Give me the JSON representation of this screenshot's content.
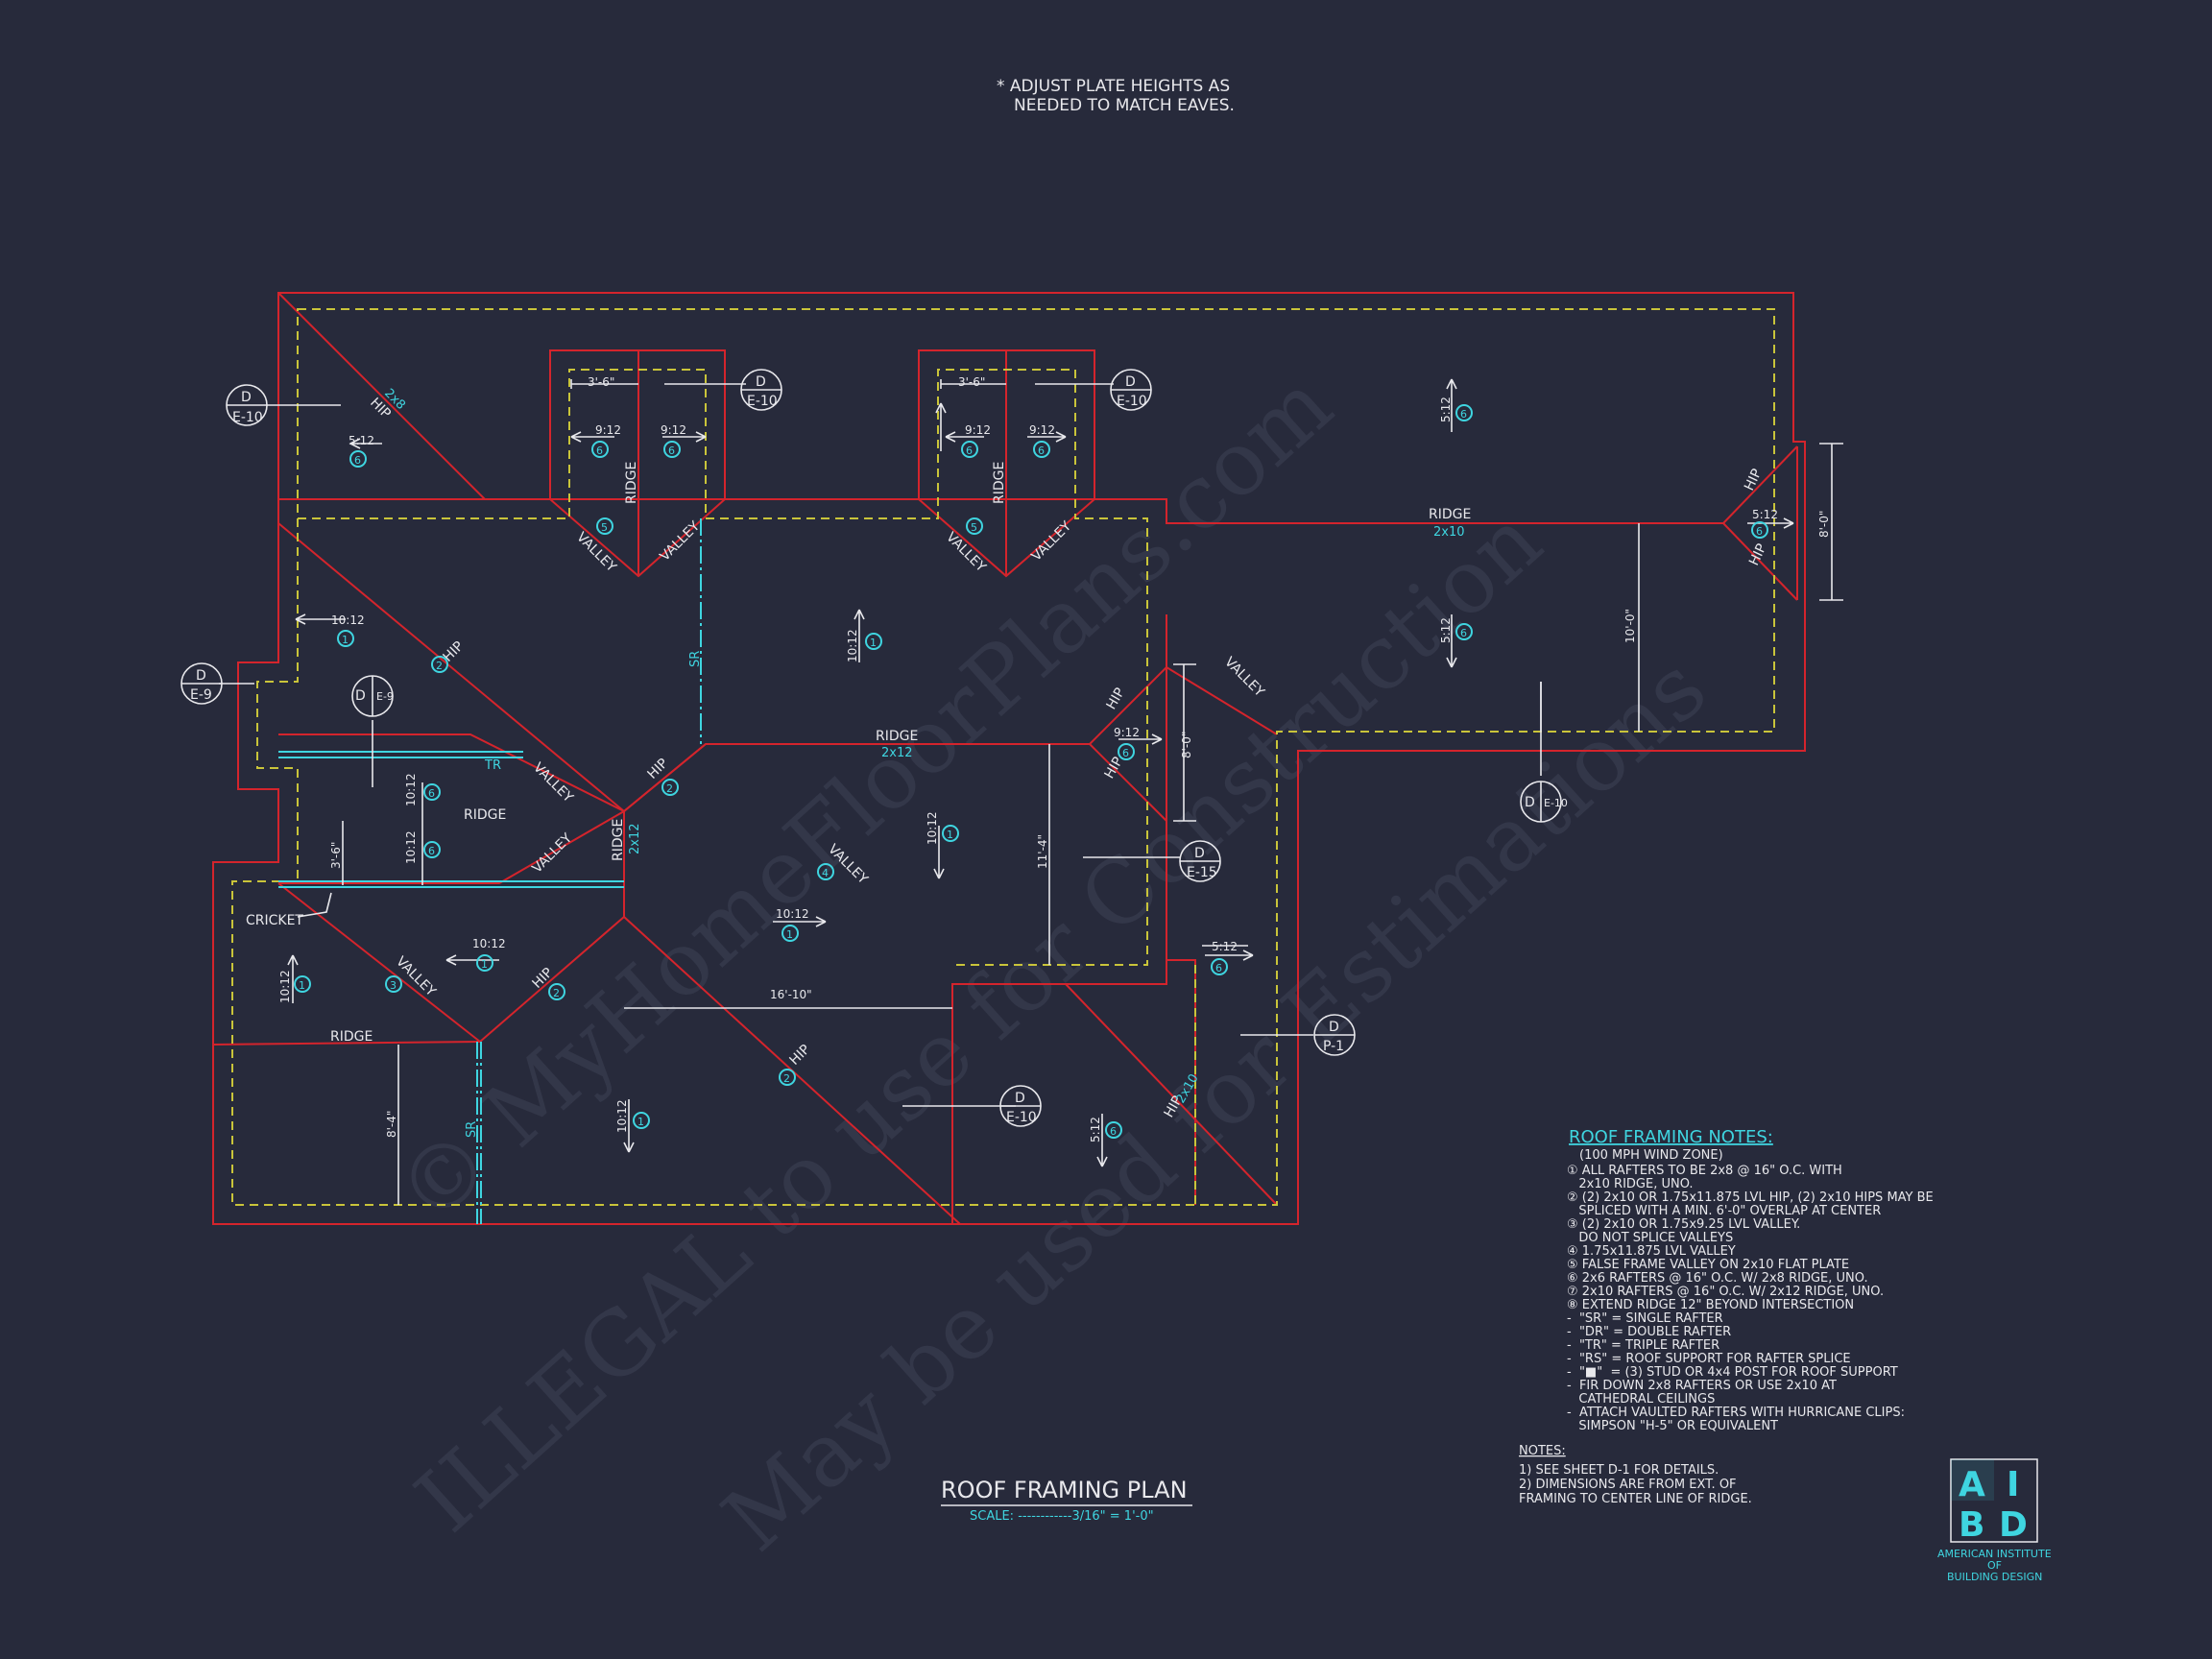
{
  "header_note": [
    "* ADJUST PLATE HEIGHTS AS",
    "NEEDED TO MATCH EAVES."
  ],
  "plan_title": "ROOF FRAMING PLAN",
  "plan_scale": "SCALE: ------------3/16\" = 1'-0\"",
  "watermark": [
    "ILLEGAL to use for Construction",
    "© MyHomeFloorPlans.com",
    "May be used for Estimations"
  ],
  "labels": {
    "ridge": "RIDGE",
    "hip": "HIP",
    "valley": "VALLEY",
    "cricket": "CRICKET",
    "sr": "SR",
    "tr": "TR",
    "size_2x12": "2x12",
    "size_2x10": "2x10",
    "size_2x8": "2x8",
    "dim_3_6": "3'-6\"",
    "dim_16_10": "16'-10\"",
    "dim_11_4": "11'-4\"",
    "dim_10_0": "10'-0\"",
    "dim_8_0": "8'-0\"",
    "dim_8_4": "8'-4\"",
    "pitch_5": "5:12",
    "pitch_9": "9:12",
    "pitch_10": "10:12",
    "tag_1": "1",
    "tag_2": "2",
    "tag_3": "3",
    "tag_4": "4",
    "tag_5": "5",
    "tag_6": "6"
  },
  "detail_refs": {
    "d": "D",
    "e10": "E-10",
    "e9": "E-9",
    "e15": "E-15",
    "p1": "P-1"
  },
  "framing_notes": {
    "title": "ROOF FRAMING NOTES:",
    "wind": "(100 MPH WIND ZONE)",
    "items": [
      "① ALL RAFTERS TO BE 2x8 @ 16\" O.C. WITH",
      "   2x10 RIDGE, UNO.",
      "② (2) 2x10 OR 1.75x11.875 LVL HIP, (2) 2x10 HIPS MAY BE",
      "   SPLICED WITH A MIN. 6'-0\" OVERLAP AT CENTER",
      "③ (2) 2x10 OR 1.75x9.25 LVL VALLEY.",
      "   DO NOT SPLICE VALLEYS",
      "④ 1.75x11.875 LVL VALLEY",
      "⑤ FALSE FRAME VALLEY ON 2x10 FLAT PLATE",
      "⑥ 2x6 RAFTERS @ 16\" O.C. W/ 2x8 RIDGE, UNO.",
      "⑦ 2x10 RAFTERS @ 16\" O.C. W/ 2x12 RIDGE, UNO.",
      "⑧ EXTEND RIDGE 12\" BEYOND INTERSECTION",
      "-  \"SR\" = SINGLE RAFTER",
      "-  \"DR\" = DOUBLE RAFTER",
      "-  \"TR\" = TRIPLE RAFTER",
      "-  \"RS\" = ROOF SUPPORT FOR RAFTER SPLICE",
      "-  \"■\"  = (3) STUD OR 4x4 POST FOR ROOF SUPPORT",
      "-  FIR DOWN 2x8 RAFTERS OR USE 2x10 AT",
      "   CATHEDRAL CEILINGS",
      "-  ATTACH VAULTED RAFTERS WITH HURRICANE CLIPS:",
      "   SIMPSON \"H-5\" OR EQUIVALENT"
    ]
  },
  "notes": {
    "title": "NOTES:",
    "items": [
      "1)  SEE SHEET D-1 FOR DETAILS.",
      "2)  DIMENSIONS ARE FROM EXT. OF",
      "     FRAMING TO CENTER LINE OF RIDGE."
    ]
  },
  "logo": {
    "letters": [
      "A",
      "I",
      "B",
      "D"
    ],
    "name": [
      "AMERICAN INSTITUTE",
      "OF",
      "BUILDING DESIGN"
    ]
  },
  "colors": {
    "background": "#272a3b",
    "roof_edge": "#d4242c",
    "wall_line": "#c9c43a",
    "annotation": "#3fd5e0",
    "text": "#e8e8ec"
  }
}
